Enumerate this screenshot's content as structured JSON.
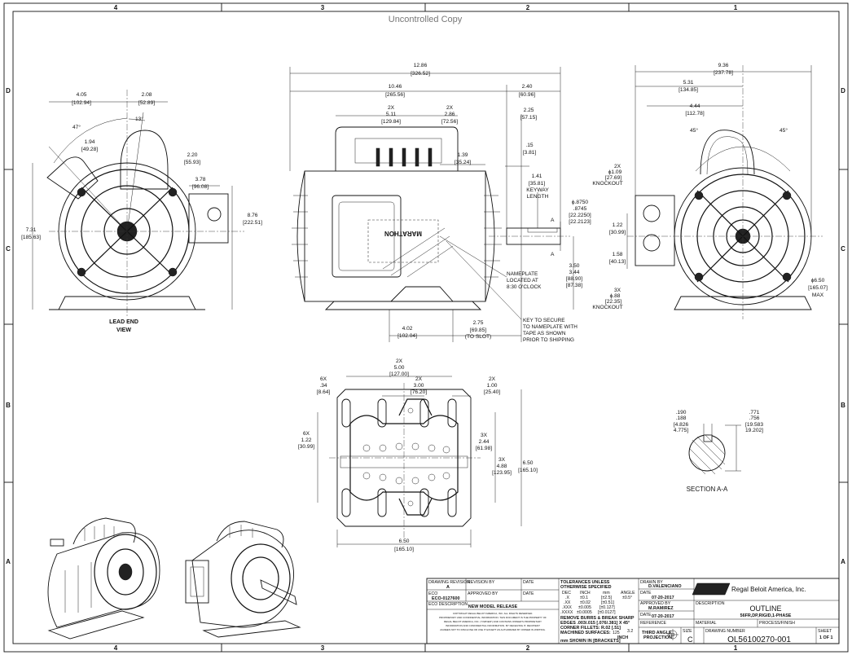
{
  "watermark": "Uncontrolled Copy",
  "zones": {
    "columns": [
      "4",
      "3",
      "2",
      "1"
    ],
    "rows": [
      "D",
      "C",
      "B",
      "A"
    ]
  },
  "views": {
    "lead_end": {
      "title_line1": "LEAD END",
      "title_line2": "VIEW",
      "dims": {
        "d405": "4.05",
        "d405m": "[102.94]",
        "d208": "2.08",
        "d208m": "[52.89]",
        "a13": "13°",
        "a47": "47°",
        "d194": "1.94",
        "d194m": "[49.28]",
        "d220": "2.20",
        "d220m": "[55.93]",
        "d378": "3.78",
        "d378m": "[96.08]",
        "d876": "8.76",
        "d876m": "[222.51]",
        "d731": "7.31",
        "d731m": "[185.63]"
      }
    },
    "side": {
      "nameplate": "MARATHON",
      "dims": {
        "d1286": "12.86",
        "d1286m": "[326.52]",
        "d1046": "10.46",
        "d1046m": "[265.56]",
        "d240": "2.40",
        "d240m": "[60.96]",
        "x2a": "2X",
        "d511": "5.11",
        "d511m": "[129.84]",
        "x2b": "2X",
        "d286": "2.86",
        "d286m": "[72.56]",
        "d225": "2.25",
        "d225m": "[57.15]",
        "d015": ".15",
        "d015m": "[3.81]",
        "d139": "1.39",
        "d139m": "[35.24]",
        "d141": "1.41",
        "d141m": "[35.81]",
        "keyway1": "KEYWAY",
        "keyway2": "LENGTH",
        "phi_shaft1": "ϕ.8750",
        "phi_shaft2": ".8745",
        "phi_shaftm1": "[22.2250]",
        "phi_shaftm2": "[22.2123]",
        "sectA1": "A",
        "sectA2": "A",
        "d350": "3.50",
        "d344": "3.44",
        "d350m": "[88.90]",
        "d344m": "[87.38]",
        "d402": "4.02",
        "d402m": "[102.04]",
        "d275": "2.75",
        "d275m": "[69.85]",
        "toslot": "(TO SLOT)"
      },
      "notes": {
        "np1": "NAMEPLATE",
        "np2": "LOCATED AT",
        "np3": "8:30 O'CLOCK",
        "key1": "KEY TO SECURE",
        "key2": "TO NAMEPLATE WITH",
        "key3": "TAPE AS SHOWN",
        "key4": "PRIOR TO SHIPPING"
      }
    },
    "shaft_end": {
      "dims": {
        "d936": "9.36",
        "d936m": "[237.78]",
        "d531": "5.31",
        "d531m": "[134.85]",
        "d444": "4.44",
        "d444m": "[112.78]",
        "a45a": "45°",
        "a45b": "45°",
        "ko1a": "2X",
        "ko1b": "ϕ1.09",
        "ko1c": "[27.69]",
        "ko1d": "KNOCKOUT",
        "d122": "1.22",
        "d122m": "[30.99]",
        "d158": "1.58",
        "d158m": "[40.13]",
        "ko2a": "3X",
        "ko2b": "ϕ.88",
        "ko2c": "[22.35]",
        "ko2d": "KNOCKOUT",
        "phi650": "ϕ6.50",
        "phi650m": "[165.07]",
        "max": "MAX"
      }
    },
    "base": {
      "dims": {
        "x2a": "2X",
        "d500": "5.00",
        "d500m": "[127.00]",
        "x6a": "6X",
        "d034": ".34",
        "d034m": "[8.64]",
        "x2b": "2X",
        "d300": "3.00",
        "d300m": "[76.20]",
        "x2c": "2X",
        "d100": "1.00",
        "d100m": "[25.40]",
        "x6b": "6X",
        "d122": "1.22",
        "d122m": "[30.99]",
        "x3a": "3X",
        "d244": "2.44",
        "d244m": "[61.98]",
        "x3b": "3X",
        "d488": "4.88",
        "d488m": "[123.95]",
        "d650v": "6.50",
        "d650vm": "[165.10]",
        "d650h": "6.50",
        "d650hm": "[165.10]"
      }
    },
    "section": {
      "title": "SECTION A-A",
      "d190": ".190",
      "d188": ".188",
      "d190m": "[4.826",
      "d188m": "4.775]",
      "d771": ".771",
      "d756": ".756",
      "d771m": "[19.583",
      "d756m": "19.202]"
    }
  },
  "title_block": {
    "hdr_drawing_revision": "DRAWING REVISION",
    "drawing_revision": "A",
    "hdr_revision_by": "REVISION BY",
    "hdr_date1": "DATE",
    "hdr_eco": "ECO",
    "eco": "ECO-0127600",
    "hdr_approved_by1": "APPROVED BY",
    "hdr_date2": "DATE",
    "hdr_eco_desc": "ECO DESCRIPTION",
    "eco_desc": "NEW MODEL RELEASE",
    "confidential1": "COPYRIGHT REGAL BELOIT AMERICA, INC. ALL RIGHTS RESERVED.",
    "confidential2": "PROPRIETARY AND CONFIDENTIAL INFORMATION. THIS DOCUMENT IS THE PROPERTY OF",
    "confidential3": "REGAL BELOIT AMERICA, INC. (\"OWNER\") AND CONTAINS OWNER'S PROPRIETARY",
    "confidential4": "INFORMATION AND CONFIDENTIAL INFORMATION. BY RECEIVING IT, RECIPIENT",
    "confidential5": "AGREES NOT TO DISCLOSE OR USE IT EXCEPT AS AUTHORIZED BY OWNER IN WRITING.",
    "tol_hdr1": "TOLERANCES UNLESS",
    "tol_hdr2": "OTHERWISE SPECIFIED",
    "tol_c1": "DEC",
    "tol_c2": "INCH",
    "tol_c3": "mm",
    "tol_c4": "ANGLE",
    "tol_r1a": ".X",
    "tol_r1b": "±0.1",
    "tol_r1c": "[±2.5]",
    "tol_r1d": "±0.5°",
    "tol_r2a": ".XX",
    "tol_r2b": "±0.02",
    "tol_r2c": "[±0.51]",
    "tol_r3a": ".XXX",
    "tol_r3b": "±0.005",
    "tol_r3c": "[±0.127]",
    "tol_r4a": ".XXXX",
    "tol_r4b": "±0.0005",
    "tol_r4c": "[±0.0127]",
    "burrs": "REMOVE BURRS & BREAK SHARP",
    "edges": "EDGES .003/.015 [.076/.381] X 45°",
    "fillets": "CORNER FILLETS: R.02 [.51]",
    "machined": "MACHINED SURFACES:",
    "ra1": "125",
    "ra2": "3.2",
    "units": "INCH",
    "mm_shown": "mm SHOWN IN [BRACKETS]",
    "hdr_drawn_by": "DRAWN BY",
    "drawn_by": "D.VALENCIANO",
    "hdr_date3": "DATE",
    "date3": "07-20-2017",
    "hdr_approved_by2": "APPROVED BY",
    "approved_by": "M.RAMIREZ",
    "hdr_date4": "DATE",
    "date4": "07-20-2017",
    "hdr_reference": "REFERENCE",
    "third_angle1": "THIRD ANGLE",
    "third_angle2": "PROJECTION",
    "hdr_size": "SIZE",
    "size": "C",
    "company": "Regal Beloit America, Inc.",
    "hdr_description": "DESCRIPTION",
    "desc1": "OUTLINE",
    "desc2": "56FR,DP,RIGID,1-PHASE",
    "hdr_material": "MATERIAL",
    "hdr_process": "PROCESS/FINISH",
    "hdr_drawing_number": "DRAWING NUMBER",
    "drawing_number": "OL56100270-001",
    "hdr_sheet": "SHEET",
    "sheet": "1 OF 1"
  }
}
